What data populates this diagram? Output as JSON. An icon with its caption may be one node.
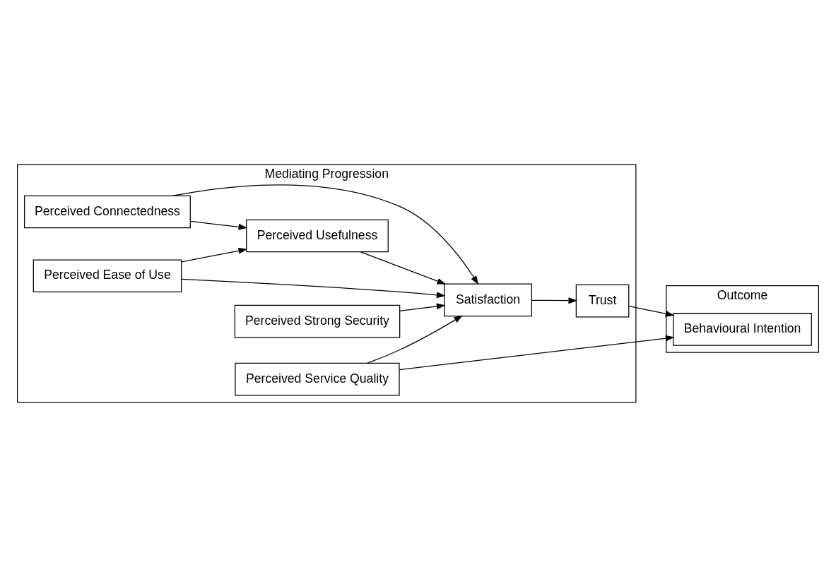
{
  "diagram": {
    "nodes": [
      {
        "text": [
          "Mediating Progression"
        ]
      },
      {
        "text": [
          "Outcome"
        ]
      },
      {
        "text": [
          "Perceived Connectedness"
        ],
        "in": 0
      },
      {
        "text": [
          "Perceived Usefulness"
        ],
        "in": 0
      },
      {
        "text": [
          "Perceived Ease of Use"
        ],
        "in": 0
      },
      {
        "text": [
          "Satisfaction"
        ],
        "in": 0
      },
      {
        "text": [
          "Trust"
        ],
        "in": 0
      },
      {
        "text": [
          "Behavioural Intention"
        ],
        "in": 1
      },
      {
        "text": [
          "Perceived Strong Security"
        ],
        "in": 0
      },
      {
        "text": [
          "Perceived Service Quality"
        ],
        "in": 0
      }
    ],
    "edges": [
      {
        "from": 2,
        "to": 3,
        "arrow": "to"
      },
      {
        "from": 4,
        "to": 3,
        "arrow": "to"
      },
      {
        "from": 3,
        "to": 5,
        "arrow": "to"
      },
      {
        "from": 2,
        "to": 5,
        "arrow": "to"
      },
      {
        "from": 4,
        "to": 5,
        "arrow": "to"
      },
      {
        "from": 8,
        "to": 5,
        "arrow": "to"
      },
      {
        "from": 9,
        "to": 5,
        "arrow": "to"
      },
      {
        "from": 5,
        "to": 6,
        "arrow": "to"
      },
      {
        "from": 6,
        "to": 7,
        "arrow": "to"
      },
      {
        "from": 9,
        "to": 7,
        "arrow": "to"
      }
    ]
  }
}
